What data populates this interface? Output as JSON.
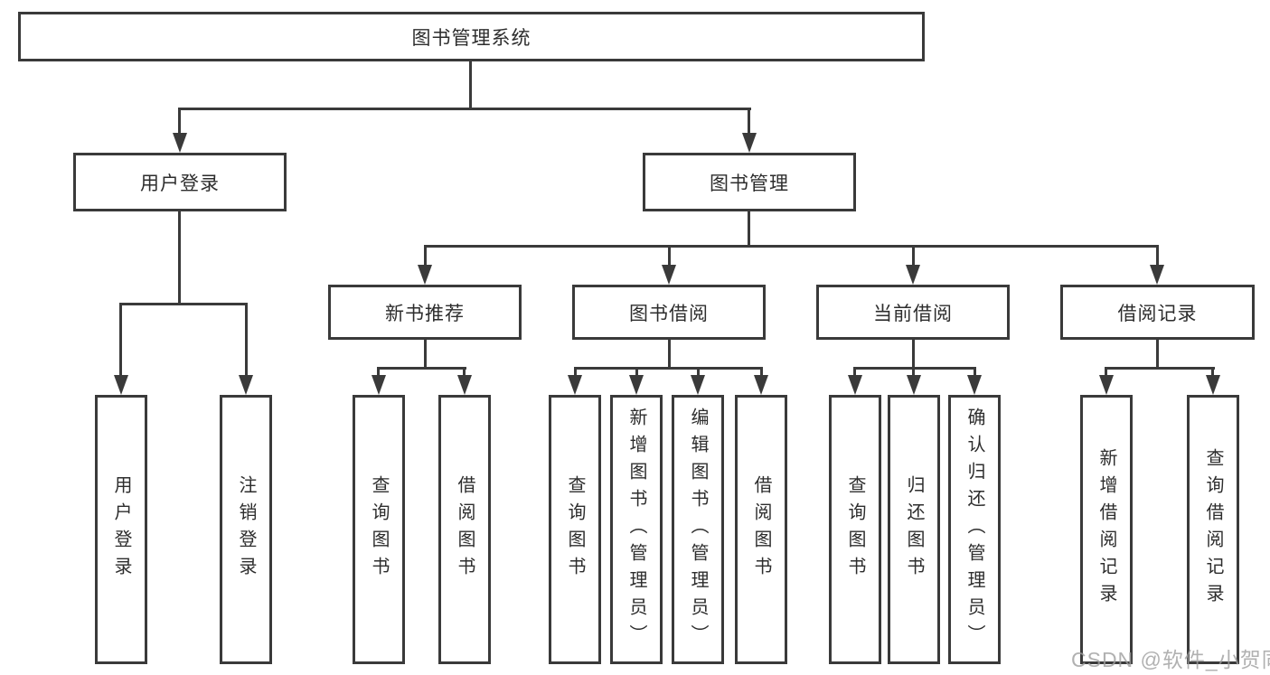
{
  "diagram": {
    "root": {
      "label": "图书管理系统"
    },
    "user_login": {
      "label": "用户登录",
      "children": [
        "用户登录",
        "注销登录"
      ]
    },
    "book_mgmt": {
      "label": "图书管理",
      "children": [
        {
          "label": "新书推荐",
          "children": [
            "查询图书",
            "借阅图书"
          ]
        },
        {
          "label": "图书借阅",
          "children": [
            "查询图书",
            "新增图书（管理员）",
            "编辑图书（管理员）",
            "借阅图书"
          ]
        },
        {
          "label": "当前借阅",
          "children": [
            "查询图书",
            "归还图书",
            "确认归还（管理员）"
          ]
        },
        {
          "label": "借阅记录",
          "children": [
            "新增借阅记录",
            "查询借阅记录"
          ]
        }
      ]
    }
  },
  "watermark": "CSDN @软件_小贺同学",
  "colors": {
    "line": "#3a3a3a",
    "text": "#2d2d2d",
    "watermark": "#9e9e9e",
    "background": "#ffffff"
  }
}
